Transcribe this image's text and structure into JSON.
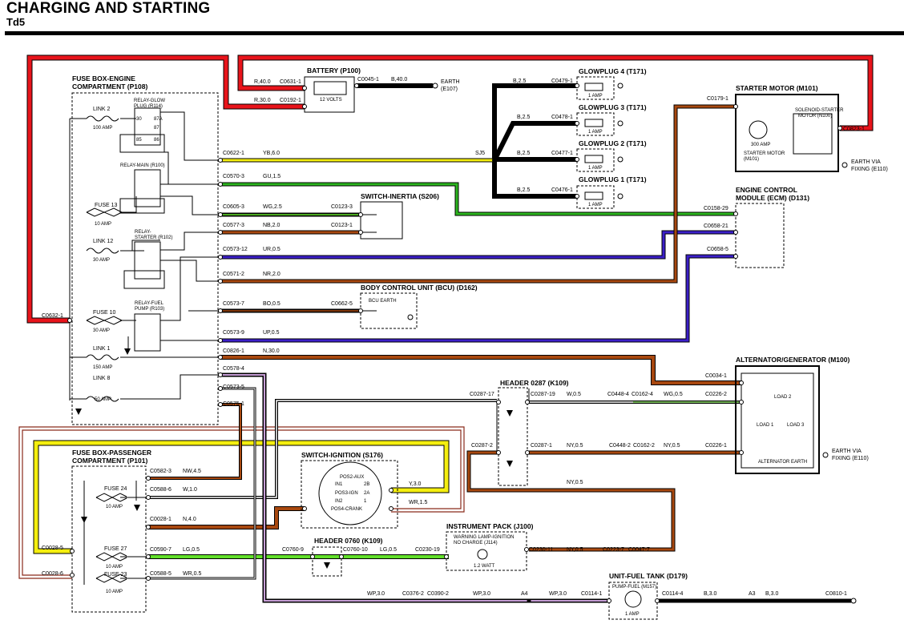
{
  "page": {
    "title": "CHARGING AND STARTING",
    "subtitle": "Td5"
  },
  "components": {
    "fusebox_engine": [
      "FUSE BOX-ENGINE",
      "COMPARTMENT (P108)"
    ],
    "fusebox_passenger": [
      "FUSE BOX-PASSENGER",
      "COMPARTMENT (P101)"
    ],
    "battery": "BATTERY (P100)",
    "battery_volts": "12 VOLTS",
    "earth_e107": [
      "EARTH",
      "(E107)"
    ],
    "glowplug4": "GLOWPLUG 4 (T171)",
    "glowplug3": "GLOWPLUG 3 (T171)",
    "glowplug2": "GLOWPLUG 2 (T171)",
    "glowplug1": "GLOWPLUG 1 (T171)",
    "one_amp": "1 AMP",
    "starter_motor": "STARTER MOTOR (M101)",
    "solenoid": [
      "SOLENOID-STARTER",
      "MOTOR (N100)"
    ],
    "starter_inner": [
      "STARTER MOTOR",
      "(M101)"
    ],
    "amp300": "300 AMP",
    "earth_via_fixing": [
      "EARTH VIA",
      "FIXING (E110)"
    ],
    "switch_inertia": "SWITCH-INERTIA (S206)",
    "ecm": [
      "ENGINE CONTROL",
      "MODULE (ECM) (D131)"
    ],
    "bcu": "BODY CONTROL UNIT (BCU) (D162)",
    "bcu_earth": "BCU EARTH",
    "alternator": "ALTERNATOR/GENERATOR (M100)",
    "alt_earth": "ALTERNATOR EARTH",
    "alt_load2": "LOAD 2",
    "alt_load1": "LOAD 1",
    "alt_load3": "LOAD 3",
    "header_0287": "HEADER 0287 (K109)",
    "header_0760": "HEADER 0760 (K109)",
    "switch_ignition": "SWITCH-IGNITION (S176)",
    "ign_positions": [
      "POS2-AUX",
      "IN1",
      "POS3-IGN",
      "IN2",
      "POS4-CRANK"
    ],
    "ign_terms": [
      "2B",
      "2A",
      "1"
    ],
    "instrument_pack": "INSTRUMENT PACK (J100)",
    "warning_lamp": [
      "WARNING LAMP-IGNITION",
      "NO CHARGE (J114)"
    ],
    "watt": "1.2 WATT",
    "fuel_tank": "UNIT-FUEL TANK (D179)",
    "pump_fuel": "PUMP-FUEL (M157)",
    "relay_glow": [
      "RELAY-GLOW",
      "PLUG (R114)"
    ],
    "relay_main": "RELAY-MAIN (R100)",
    "relay_starter": [
      "RELAY-",
      "STARTER (R102)"
    ],
    "relay_fuel": [
      "RELAY-FUEL",
      "PUMP (R103)"
    ],
    "relay_pins": [
      "30",
      "87",
      "87A",
      "85",
      "86"
    ],
    "link2": [
      "LINK 2",
      "100 AMP"
    ],
    "fuse13": [
      "FUSE 13",
      "10 AMP"
    ],
    "link12": [
      "LINK 12",
      "30 AMP"
    ],
    "fuse10": [
      "FUSE 10",
      "30 AMP"
    ],
    "link1": [
      "LINK 1",
      "150 AMP"
    ],
    "link8": [
      "LINK 8",
      "50 AMP"
    ],
    "fuse24": [
      "FUSE 24",
      "10 AMP"
    ],
    "fuse27": [
      "FUSE 27",
      "10 AMP"
    ],
    "fuse23": [
      "FUSE 23",
      "10 AMP"
    ]
  },
  "connectors": {
    "c0631": "C0631-1",
    "c0192": "C0192-1",
    "c0045": "C0045-1",
    "c0479": "C0479-1",
    "c0478": "C0478-1",
    "c0477": "C0477-1",
    "c0476": "C0476-1",
    "c0179": "C0179-1",
    "c0823": "C0823-1",
    "c0622": "C0622-1",
    "sj5": "SJ5",
    "c0570": "C0570-3",
    "c0605": "C0605-3",
    "c0123_3": "C0123-3",
    "c0577": "C0577-3",
    "c0123_1": "C0123-1",
    "c0573_12": "C0573-12",
    "c0571": "C0571-2",
    "c0573_7": "C0573-7",
    "c0662": "C0662-5",
    "c0573_9": "C0573-9",
    "c0826": "C0826-1",
    "c0578": "C0578-4",
    "c0573_5": "C0573-5",
    "c0575": "C0575-1",
    "c0632": "C0632-1",
    "c0158": "C0158-29",
    "c0658_21": "C0658-21",
    "c0658_5": "C0658-5",
    "c0034": "C0034-1",
    "c0226_2": "C0226-2",
    "c0226_1": "C0226-1",
    "c0287_17": "C0287-17",
    "c0287_19": "C0287-19",
    "c0448": "C0448-4",
    "c0162_4": "C0162-4",
    "c0287_2": "C0287-2",
    "c0287_1": "C0287-1",
    "c0448_2": "C0448-2",
    "c0162_2": "C0162-2",
    "c0582": "C0582-3",
    "c0588_6": "C0588-6",
    "c0028_1": "C0028-1",
    "c0028_5": "C0028-5",
    "c0028_6": "C0028-6",
    "c0590": "C0590-7",
    "c0588_5": "C0588-5",
    "c0760_9": "C0760-9",
    "c0760_10": "C0760-10",
    "c0230_19": "C0230-19",
    "c0230_11": "C0230-11",
    "c0223": "C0223-7",
    "c0047": "C0047-7",
    "c0376": "C0376-2",
    "c0390": "C0390-2",
    "a4": "A4",
    "c0114_1": "C0114-1",
    "c0114_4": "C0114-4",
    "a3": "A3",
    "c0810": "C0810-1"
  },
  "wires": {
    "r40": "R,40.0",
    "r30": "R,30.0",
    "b40": "B,40.0",
    "b25": "B,2.5",
    "yb6": "YB,6.0",
    "gu15": "GU,1.5",
    "wg25": "WG,2.5",
    "nb20": "NB,2.0",
    "ur05": "UR,0.5",
    "nr20": "NR,2.0",
    "bo05": "BO,0.5",
    "up05": "UP,0.5",
    "n30": "N,30.0",
    "w05": "W,0.5",
    "wg05": "WG,0.5",
    "ny05": "NY,0.5",
    "nw45": "NW,4.5",
    "w10": "W,1.0",
    "n40": "N,4.0",
    "lg05": "LG,0.5",
    "wr05": "WR,0.5",
    "y30": "Y,3.0",
    "wr15": "WR,1.5",
    "wp30": "WP,3.0",
    "b30": "B,3.0"
  },
  "colors": {
    "red": "#e8141b",
    "black": "#000000",
    "yellow": "#f4ee0f",
    "green": "#2bb51e",
    "brown": "#a8480f",
    "blue": "#3b1fc9",
    "light_green": "#62e02a",
    "white": "#ffffff"
  }
}
